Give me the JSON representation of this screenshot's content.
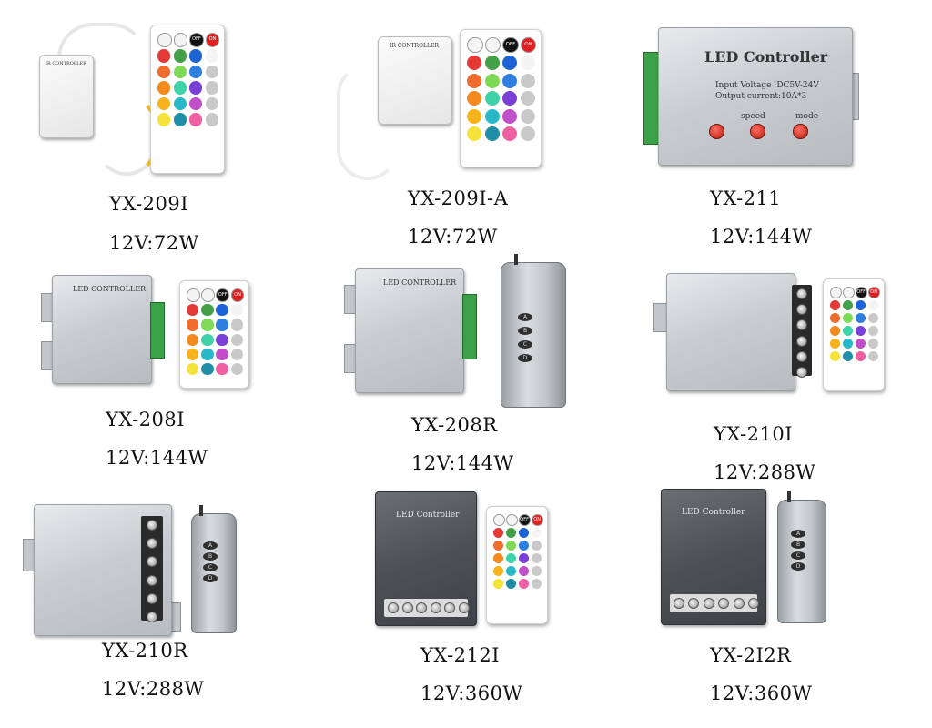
{
  "products": [
    {
      "model": "YX-209I",
      "spec": "12V:72W"
    },
    {
      "model": "YX-209I-A",
      "spec": "12V:72W"
    },
    {
      "model": "YX-211",
      "spec": "12V:144W"
    },
    {
      "model": "YX-208I",
      "spec": "12V:144W"
    },
    {
      "model": "YX-208R",
      "spec": "12V:144W"
    },
    {
      "model": "YX-210I",
      "spec": "12V:288W"
    },
    {
      "model": "YX-210R",
      "spec": "12V:288W"
    },
    {
      "model": "YX-212I",
      "spec": "12V:360W"
    },
    {
      "model": "YX-2I2R",
      "spec": "12V:360W"
    }
  ],
  "device_labels": {
    "ir_controller": "IR CONTROLLER",
    "led_controller_caps": "LED CONTROLLER",
    "led_controller": "LED Controller",
    "yx211_voltage": "Input Voltage :DC5V-24V",
    "yx211_current": "Output current:10A*3",
    "speed": "speed",
    "mode": "mode",
    "off": "OFF",
    "on": "ON",
    "rf_keys": [
      "A",
      "B",
      "C",
      "D"
    ]
  },
  "colors": {
    "remote_keys": [
      "#e53935",
      "#43a047",
      "#1e63d6",
      "#f4f4f4",
      "#ef6c2c",
      "#7ed957",
      "#2f7fe0",
      "#c9c9c9",
      "#f28a1e",
      "#3fd1a8",
      "#7a3fd6",
      "#c9c9c9",
      "#f7b21c",
      "#28b8c8",
      "#c14fc7",
      "#c9c9c9",
      "#f5e33a",
      "#1f8fa8",
      "#ef5fa2",
      "#c9c9c9"
    ]
  }
}
